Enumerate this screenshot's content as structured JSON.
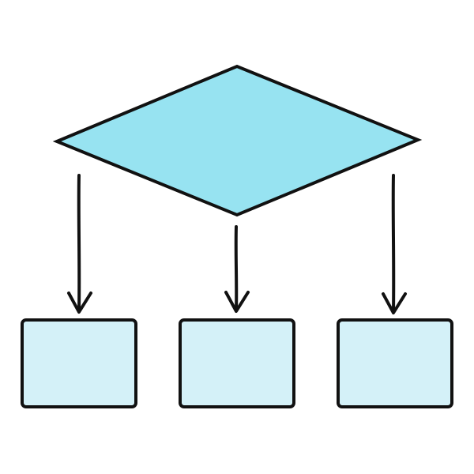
{
  "diagram": {
    "type": "flowchart",
    "nodes": [
      {
        "id": "decision",
        "shape": "diamond",
        "text": ""
      },
      {
        "id": "box-left",
        "shape": "rectangle",
        "text": ""
      },
      {
        "id": "box-center",
        "shape": "rectangle",
        "text": ""
      },
      {
        "id": "box-right",
        "shape": "rectangle",
        "text": ""
      }
    ],
    "edges": [
      {
        "from": "decision",
        "to": "box-left"
      },
      {
        "from": "decision",
        "to": "box-center"
      },
      {
        "from": "decision",
        "to": "box-right"
      }
    ],
    "colors": {
      "diamond_fill": "#97e3f1",
      "box_fill": "#d4f1f8",
      "stroke": "#111111",
      "background": "#ffffff"
    }
  }
}
